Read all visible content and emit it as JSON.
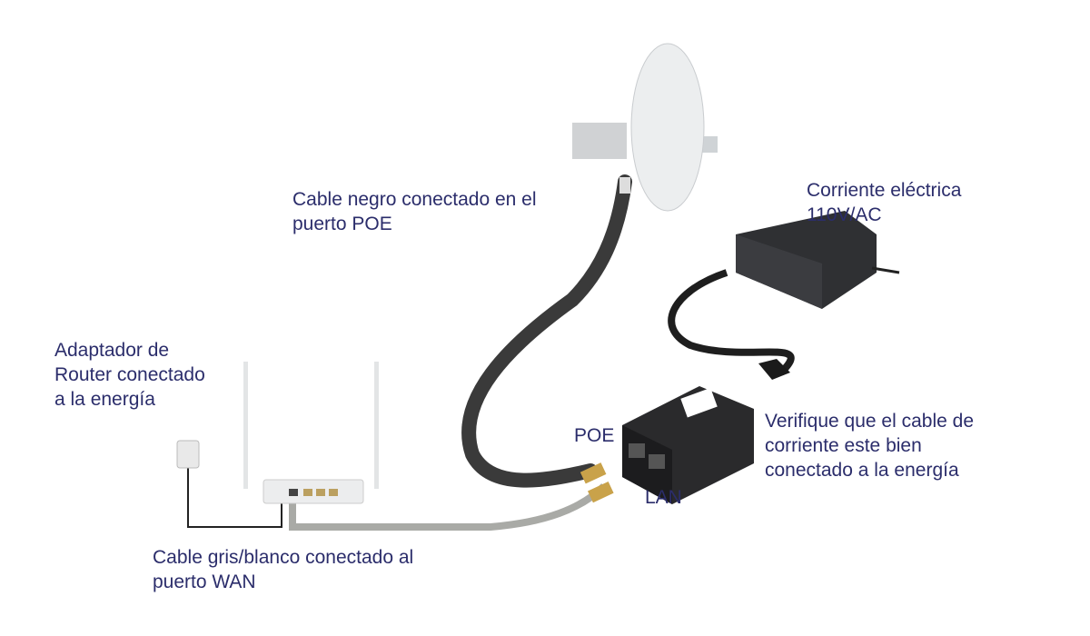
{
  "labels": {
    "antenna_cable": [
      "Cable negro conectado en el",
      "puerto POE"
    ],
    "power": [
      "Corriente eléctrica",
      "110V/AC"
    ],
    "router_adapter": [
      "Adaptador de",
      "Router conectado",
      "a la energía"
    ],
    "poe_port": "POE",
    "lan_port": "LAN",
    "verify": [
      "Verifique que el cable de",
      "corriente este bien",
      "conectado a la energía"
    ],
    "wan_cable": [
      "Cable gris/blanco conectado al",
      "puerto WAN"
    ]
  },
  "colors": {
    "text": "#2b2d6b",
    "black_cable": "#3a3a3a",
    "grey_cable": "#a9aaa6",
    "device": "#2a2a2c"
  }
}
